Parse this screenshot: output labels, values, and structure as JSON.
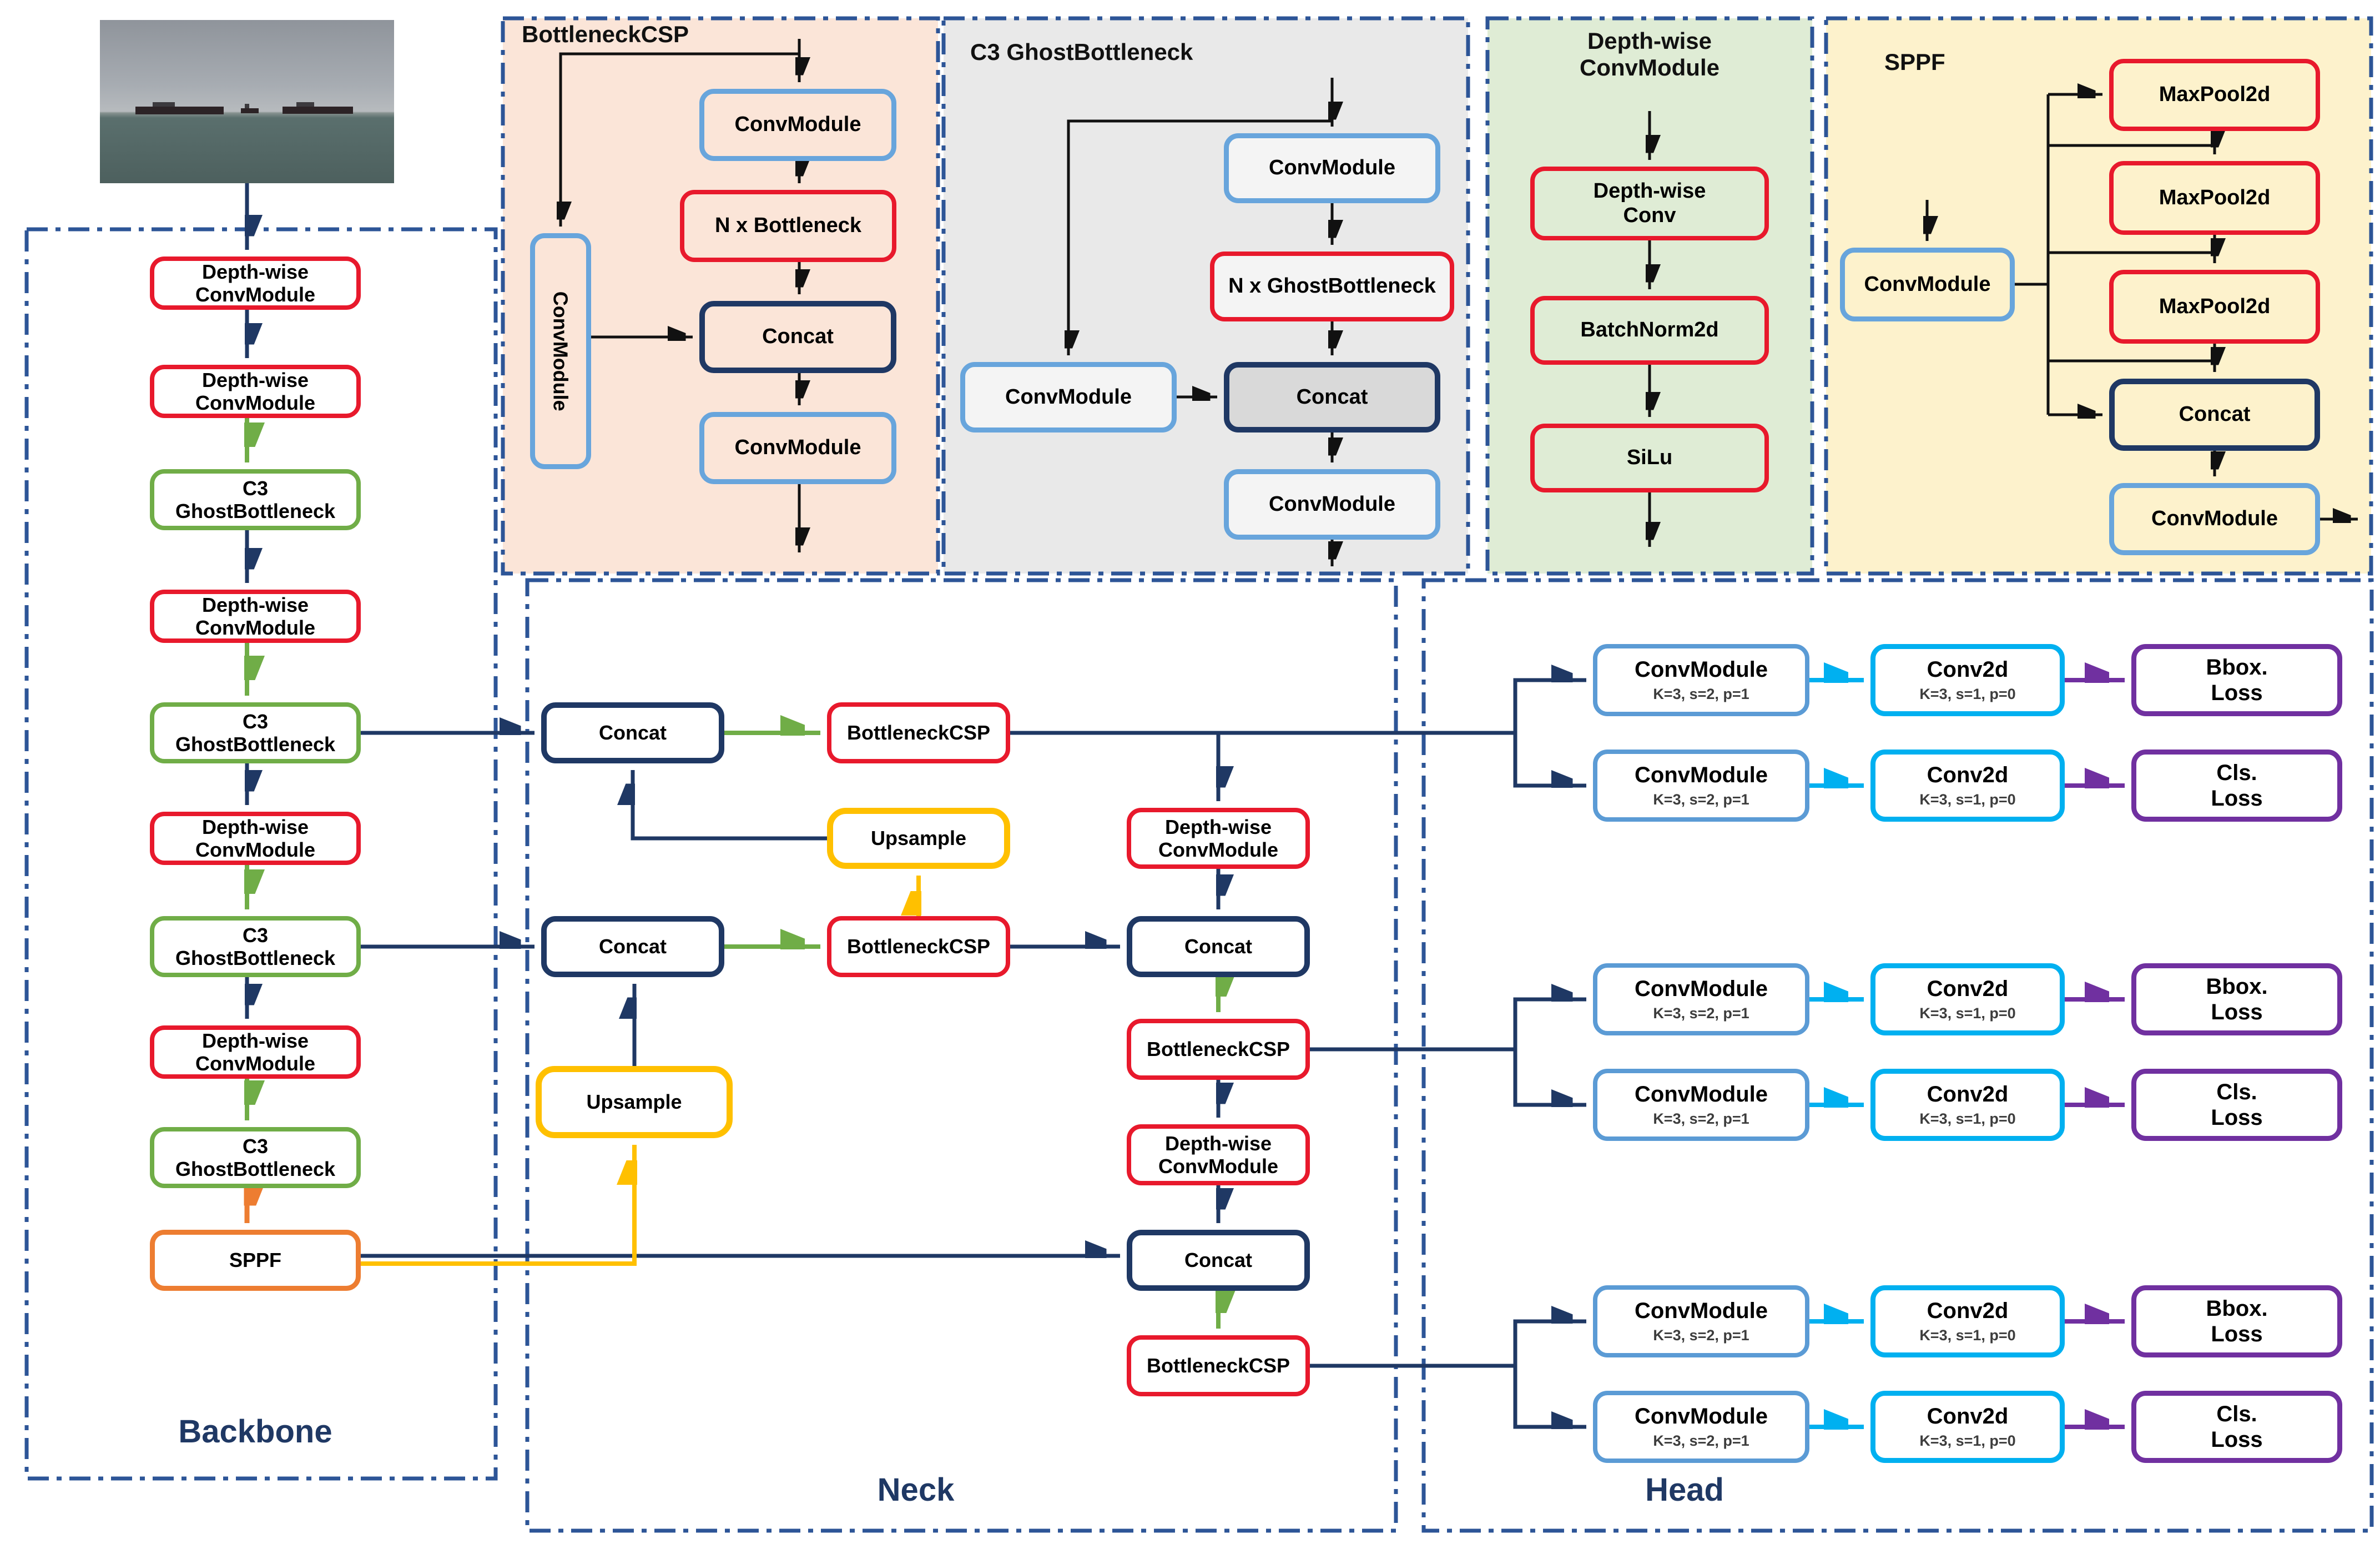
{
  "colors": {
    "red": "#e8192c",
    "green": "#70ad47",
    "orange": "#ed7d31",
    "yellow": "#ffc000",
    "lblue": "#68a5dc",
    "blue": "#5b9bd5",
    "cyan": "#00b0f0",
    "purple": "#7030a0",
    "navy": "#1f3864",
    "dash": "#2d5597",
    "peach_bg": "#fbe5d8",
    "gray_bg": "#e9e9e9",
    "green_bg": "#dfecd5",
    "yellow_bg": "#fdf2cc"
  },
  "backbone": {
    "label": "Backbone",
    "nodes": [
      {
        "l1": "Depth-wise",
        "l2": "ConvModule"
      },
      {
        "l1": "Depth-wise",
        "l2": "ConvModule"
      },
      {
        "l1": "C3",
        "l2": "GhostBottleneck"
      },
      {
        "l1": "Depth-wise",
        "l2": "ConvModule"
      },
      {
        "l1": "C3",
        "l2": "GhostBottleneck"
      },
      {
        "l1": "Depth-wise",
        "l2": "ConvModule"
      },
      {
        "l1": "C3",
        "l2": "GhostBottleneck"
      },
      {
        "l1": "Depth-wise",
        "l2": "ConvModule"
      },
      {
        "l1": "C3",
        "l2": "GhostBottleneck"
      },
      {
        "l1": "SPPF"
      }
    ]
  },
  "neck": {
    "label": "Neck",
    "concat1": {
      "l1": "Concat"
    },
    "bcsp1": {
      "l1": "BottleneckCSP"
    },
    "upsample1": {
      "l1": "Upsample"
    },
    "concat2": {
      "l1": "Concat"
    },
    "bcsp2": {
      "l1": "BottleneckCSP"
    },
    "upsample2": {
      "l1": "Upsample"
    },
    "dwa": {
      "l1": "Depth-wise",
      "l2": "ConvModule"
    },
    "concat3": {
      "l1": "Concat"
    },
    "bcsp3": {
      "l1": "BottleneckCSP"
    },
    "dwb": {
      "l1": "Depth-wise",
      "l2": "ConvModule"
    },
    "concat4": {
      "l1": "Concat"
    },
    "bcsp4": {
      "l1": "BottleneckCSP"
    }
  },
  "head": {
    "label": "Head",
    "groups": [
      {
        "rows": [
          {
            "conv": {
              "l1": "ConvModule",
              "sub": "K=3, s=2, p=1"
            },
            "conv2d": {
              "l1": "Conv2d",
              "sub": "K=3, s=1, p=0"
            },
            "loss": {
              "l1": "Bbox.",
              "l2": "Loss"
            }
          },
          {
            "conv": {
              "l1": "ConvModule",
              "sub": "K=3, s=2, p=1"
            },
            "conv2d": {
              "l1": "Conv2d",
              "sub": "K=3, s=1, p=0"
            },
            "loss": {
              "l1": "Cls.",
              "l2": "Loss"
            }
          }
        ]
      },
      {
        "rows": [
          {
            "conv": {
              "l1": "ConvModule",
              "sub": "K=3, s=2, p=1"
            },
            "conv2d": {
              "l1": "Conv2d",
              "sub": "K=3, s=1, p=0"
            },
            "loss": {
              "l1": "Bbox.",
              "l2": "Loss"
            }
          },
          {
            "conv": {
              "l1": "ConvModule",
              "sub": "K=3, s=2, p=1"
            },
            "conv2d": {
              "l1": "Conv2d",
              "sub": "K=3, s=1, p=0"
            },
            "loss": {
              "l1": "Cls.",
              "l2": "Loss"
            }
          }
        ]
      },
      {
        "rows": [
          {
            "conv": {
              "l1": "ConvModule",
              "sub": "K=3, s=2, p=1"
            },
            "conv2d": {
              "l1": "Conv2d",
              "sub": "K=3, s=1, p=0"
            },
            "loss": {
              "l1": "Bbox.",
              "l2": "Loss"
            }
          },
          {
            "conv": {
              "l1": "ConvModule",
              "sub": "K=3, s=2, p=1"
            },
            "conv2d": {
              "l1": "Conv2d",
              "sub": "K=3, s=1, p=0"
            },
            "loss": {
              "l1": "Cls.",
              "l2": "Loss"
            }
          }
        ]
      }
    ]
  },
  "panels": {
    "bottleneck_csp": {
      "title": "BottleneckCSP",
      "conv_side": {
        "l1": "ConvModule"
      },
      "conv1": {
        "l1": "ConvModule"
      },
      "nxb": {
        "l1": "N x Bottleneck"
      },
      "concat": {
        "l1": "Concat"
      },
      "conv2": {
        "l1": "ConvModule"
      }
    },
    "c3_ghost": {
      "title": "C3 GhostBottleneck",
      "conv1": {
        "l1": "ConvModule"
      },
      "nxgb": {
        "l1": "N x GhostBottleneck"
      },
      "concat": {
        "l1": "Concat"
      },
      "conv2": {
        "l1": "ConvModule"
      },
      "conv_side": {
        "l1": "ConvModule"
      }
    },
    "dw_conv": {
      "title_l1": "Depth-wise",
      "title_l2": "ConvModule",
      "dwconv": {
        "l1": "Depth-wise",
        "l2": "Conv"
      },
      "bn": {
        "l1": "BatchNorm2d"
      },
      "silu": {
        "l1": "SiLu"
      }
    },
    "sppf": {
      "title": "SPPF",
      "conv_in": {
        "l1": "ConvModule"
      },
      "mp1": {
        "l1": "MaxPool2d"
      },
      "mp2": {
        "l1": "MaxPool2d"
      },
      "mp3": {
        "l1": "MaxPool2d"
      },
      "concat": {
        "l1": "Concat"
      },
      "conv_out": {
        "l1": "ConvModule"
      }
    }
  }
}
